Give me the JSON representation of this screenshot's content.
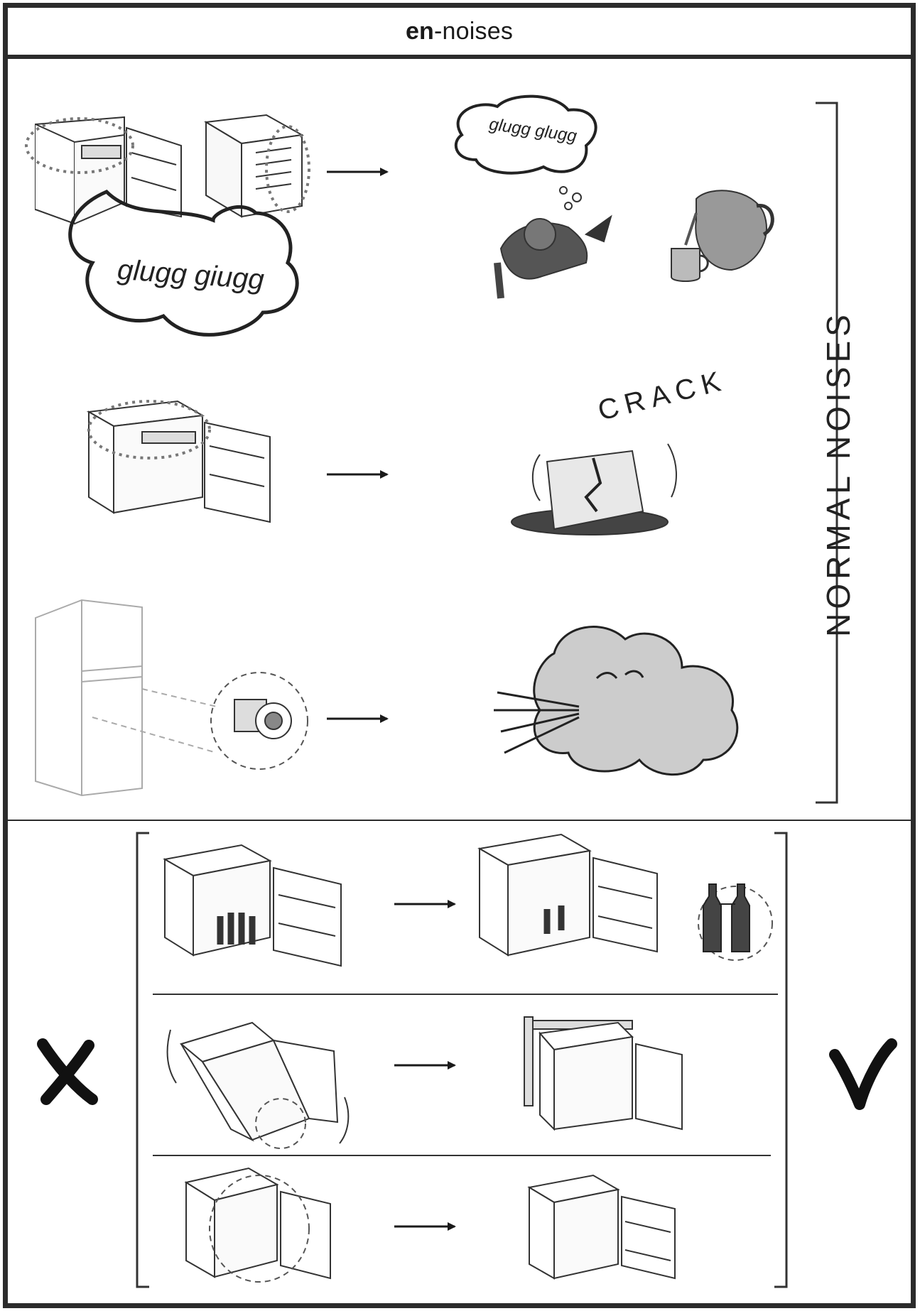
{
  "header": {
    "title_bold": "en",
    "title_rest": "-noises"
  },
  "side_label": "NORMAL NOISES",
  "sound_words": {
    "glugg_left": "glugg giugg",
    "glugg_right": "glugg glugg",
    "crack": "CRACK"
  },
  "icons": {
    "wrong": "cross-icon",
    "right": "check-icon"
  }
}
